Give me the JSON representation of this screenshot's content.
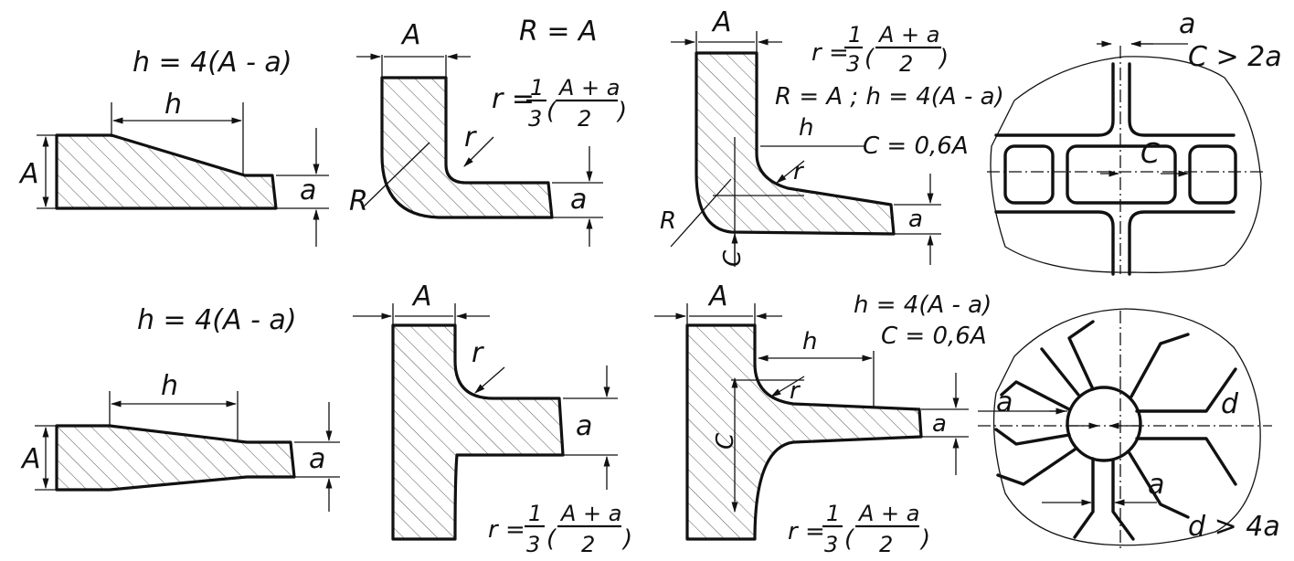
{
  "labels": {
    "A": "A",
    "a": "a",
    "h": "h",
    "r": "r",
    "R": "R",
    "C": "C",
    "d": "d",
    "r_eq": "r =",
    "one": "1",
    "three": "3",
    "A_plus_a": "A + a",
    "two": "2"
  },
  "formulas": {
    "h_top": "h = 4(A - a)",
    "h_bottom": "h = 4(A - a)",
    "R_eq_A": "R = A",
    "R_A_h": "R = A ; h = 4(A - a)",
    "C_06A_top": "C = 0,6A",
    "h_bottom_right": "h = 4(A - a)",
    "C_06A_bottom": "C = 0,6A",
    "C_gt_2a": "C > 2a",
    "d_gt_4a": "d > 4a"
  }
}
